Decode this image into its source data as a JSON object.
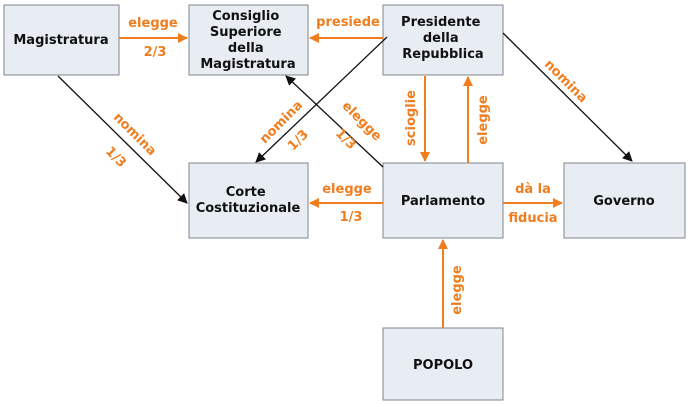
{
  "colors": {
    "box_fill": "#e8edf3",
    "box_border": "#7f858c",
    "arrow_orange": "#f07d1e",
    "arrow_black": "#111111",
    "label": "#f07d1e"
  },
  "nodes": {
    "magistratura": [
      "Magistratura"
    ],
    "csm": [
      "Consiglio",
      "Superiore",
      "della",
      "Magistratura"
    ],
    "presidente": [
      "Presidente",
      "della",
      "Repubblica"
    ],
    "corte": [
      "Corte",
      "Costituzionale"
    ],
    "parlamento": [
      "Parlamento"
    ],
    "governo": [
      "Governo"
    ],
    "popolo": [
      "POPOLO"
    ]
  },
  "labels": {
    "mag_csm_verb": "elegge",
    "mag_csm_frac": "2/3",
    "pres_csm": "presiede",
    "mag_corte_verb": "nomina",
    "mag_corte_frac": "1/3",
    "pres_corte_verb": "nomina",
    "pres_corte_frac": "1/3",
    "parl_csm_verb": "elegge",
    "parl_csm_frac": "1/3",
    "parl_corte_verb": "elegge",
    "parl_corte_frac": "1/3",
    "pres_parl": "scioglie",
    "parl_pres": "elegge",
    "pres_gov": "nomina",
    "parl_gov_1": "dà la",
    "parl_gov_2": "fiducia",
    "popolo_parl": "elegge"
  }
}
